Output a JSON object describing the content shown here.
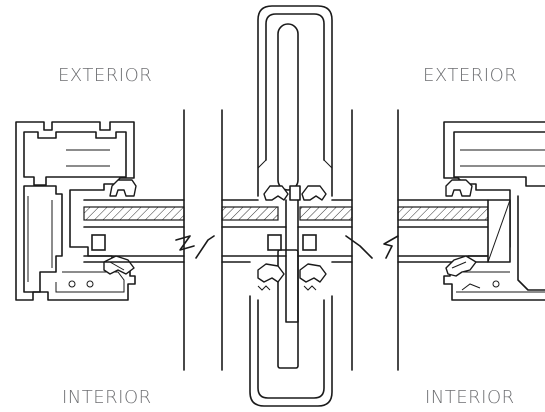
{
  "labels": {
    "exterior_left": "EXTERIOR",
    "exterior_right": "EXTERIOR",
    "interior_left": "INTERIOR",
    "interior_right": "INTERIOR"
  },
  "colors": {
    "label_text": "#6d6e71",
    "line": "#1a1a1a",
    "background": "#ffffff"
  }
}
